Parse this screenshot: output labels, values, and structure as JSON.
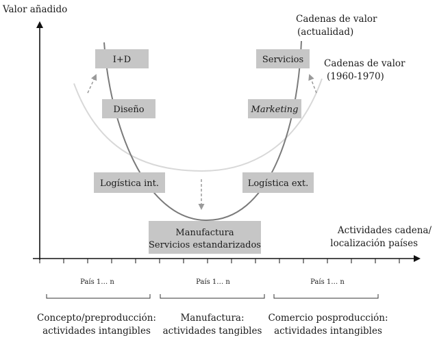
{
  "axis": {
    "y_label": "Valor añadido",
    "x_label_line1": "Actividades cadena/",
    "x_label_line2": "localización países"
  },
  "curves": {
    "current_line1": "Cadenas de valor",
    "current_line2": "(actualidad)",
    "past_line1": "Cadenas de valor",
    "past_line2": "(1960-1970)"
  },
  "boxes": {
    "id": "I+D",
    "servicios": "Servicios",
    "diseno": "Diseño",
    "marketing": "Marketing",
    "logistica_int": "Logística int.",
    "logistica_ext": "Logística ext.",
    "manufactura_line1": "Manufactura",
    "manufactura_line2": "Servicios estandarizados"
  },
  "country_labels": [
    "País 1… n",
    "País 1… n",
    "País 1… n"
  ],
  "sections": [
    {
      "line1": "Concepto/preproducción:",
      "line2": "actividades intangibles"
    },
    {
      "line1": "Manufactura:",
      "line2": "actividades tangibles"
    },
    {
      "line1": "Comercio posproducción:",
      "line2": "actividades intangibles"
    }
  ],
  "colors": {
    "box_fill": "#c6c6c6",
    "current_curve": "#7a7a7a",
    "past_curve": "#d8d8d8",
    "arrow": "#9a9a9a",
    "axis": "#111111"
  }
}
